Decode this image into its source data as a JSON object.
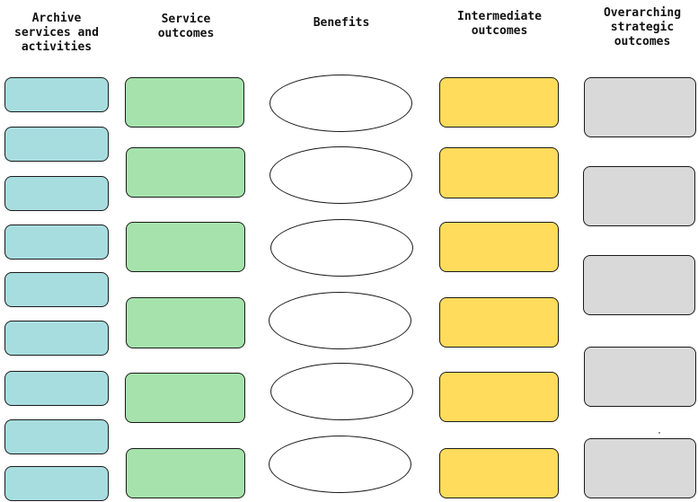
{
  "headers": {
    "archive": "Archive\nservices and\nactivities",
    "service": "Service\noutcomes",
    "benefits": "Benefits",
    "intermediate": "Intermediate\noutcomes",
    "strategic": "Overarching\nstrategic\noutcomes"
  },
  "colors": {
    "archive_fill": "#a8dde0",
    "service_fill": "#a6e3ac",
    "benefit_fill": "#ffffff",
    "intermediate_fill": "#ffdc5c",
    "strategic_fill": "#d9d9d9",
    "outline": "#1a1a1a"
  }
}
